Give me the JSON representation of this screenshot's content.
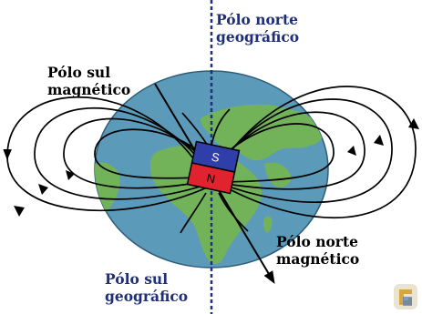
{
  "labels": {
    "geo_north": [
      "Pólo norte",
      "geográfico"
    ],
    "mag_south": [
      "Pólo sul",
      "magnético"
    ],
    "mag_north": [
      "Pólo norte",
      "magnético"
    ],
    "geo_south": [
      "Pólo sul",
      "geográfico"
    ]
  },
  "magnet": {
    "south_letter": "S",
    "north_letter": "N"
  },
  "colors": {
    "ocean": "#5b9ab8",
    "land": "#72b35a",
    "field_lines": "#000000",
    "axis_geographic": "#1f2f7a",
    "label_geographic": "#1f2f7a",
    "label_magnetic": "#000000",
    "magnet_south": "#2f3ea8",
    "magnet_north": "#e0232f"
  },
  "icons": {
    "corner_logo": "g-logo-icon"
  }
}
